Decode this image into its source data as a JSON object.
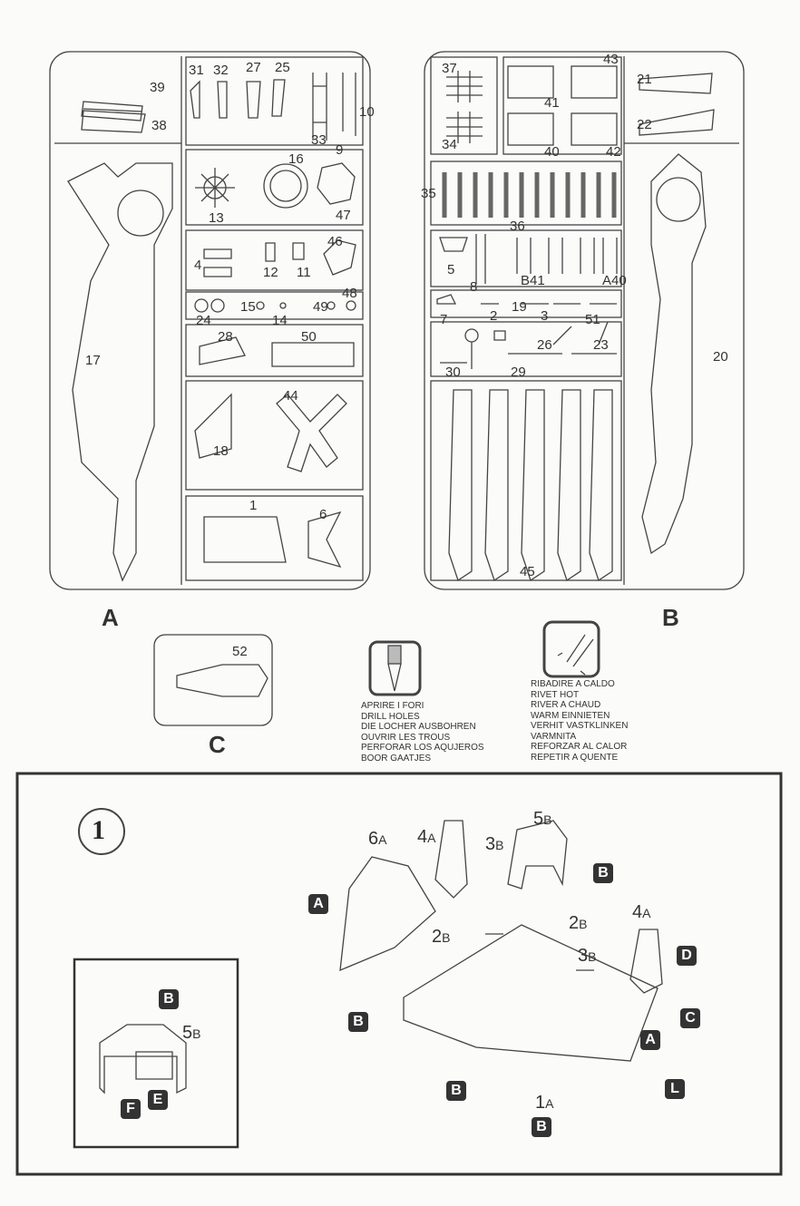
{
  "sprue_a": {
    "letter": "A",
    "parts": [
      "39",
      "38",
      "31",
      "32",
      "27",
      "25",
      "33",
      "9",
      "10",
      "16",
      "13",
      "47",
      "4",
      "12",
      "11",
      "46",
      "48",
      "24",
      "15",
      "14",
      "49",
      "28",
      "50",
      "44",
      "18",
      "1",
      "17",
      "6"
    ]
  },
  "sprue_b": {
    "letter": "B",
    "parts": [
      "37",
      "34",
      "43",
      "41",
      "40",
      "42",
      "21",
      "22",
      "35",
      "36",
      "5",
      "8",
      "B41",
      "A40",
      "7",
      "2",
      "3",
      "51",
      "19",
      "30",
      "26",
      "23",
      "29",
      "45",
      "20"
    ]
  },
  "sprue_c": {
    "letter": "C",
    "parts": [
      "52"
    ]
  },
  "drill": {
    "lines": [
      "APRIRE I FORI",
      "DRILL HOLES",
      "DIE LOCHER AUSBOHREN",
      "OUVRIR LES TROUS",
      "PERFORAR LOS AQUJEROS",
      "BOOR GAATJES"
    ]
  },
  "rivet": {
    "lines": [
      "RIBADIRE A CALDO",
      "RIVET HOT",
      "RIVER A CHAUD",
      "WARM EINNIETEN",
      "VERHIT VASTKLINKEN",
      "VARMNITA",
      "REFORZAR AL CALOR",
      "REPETIR A QUENTE"
    ]
  },
  "step1": {
    "number": "1",
    "callouts": [
      {
        "n": "6",
        "s": "A"
      },
      {
        "n": "4",
        "s": "A"
      },
      {
        "n": "3",
        "s": "B"
      },
      {
        "n": "5",
        "s": "B"
      },
      {
        "n": "2",
        "s": "B"
      },
      {
        "n": "2",
        "s": "B"
      },
      {
        "n": "3",
        "s": "B"
      },
      {
        "n": "4",
        "s": "A"
      },
      {
        "n": "1",
        "s": "A"
      }
    ],
    "badges": [
      "A",
      "B",
      "B",
      "D",
      "C",
      "A",
      "B",
      "B",
      "L"
    ],
    "inset": {
      "badges": [
        "B",
        "E",
        "F"
      ],
      "callout": {
        "n": "5",
        "s": "B"
      }
    }
  }
}
